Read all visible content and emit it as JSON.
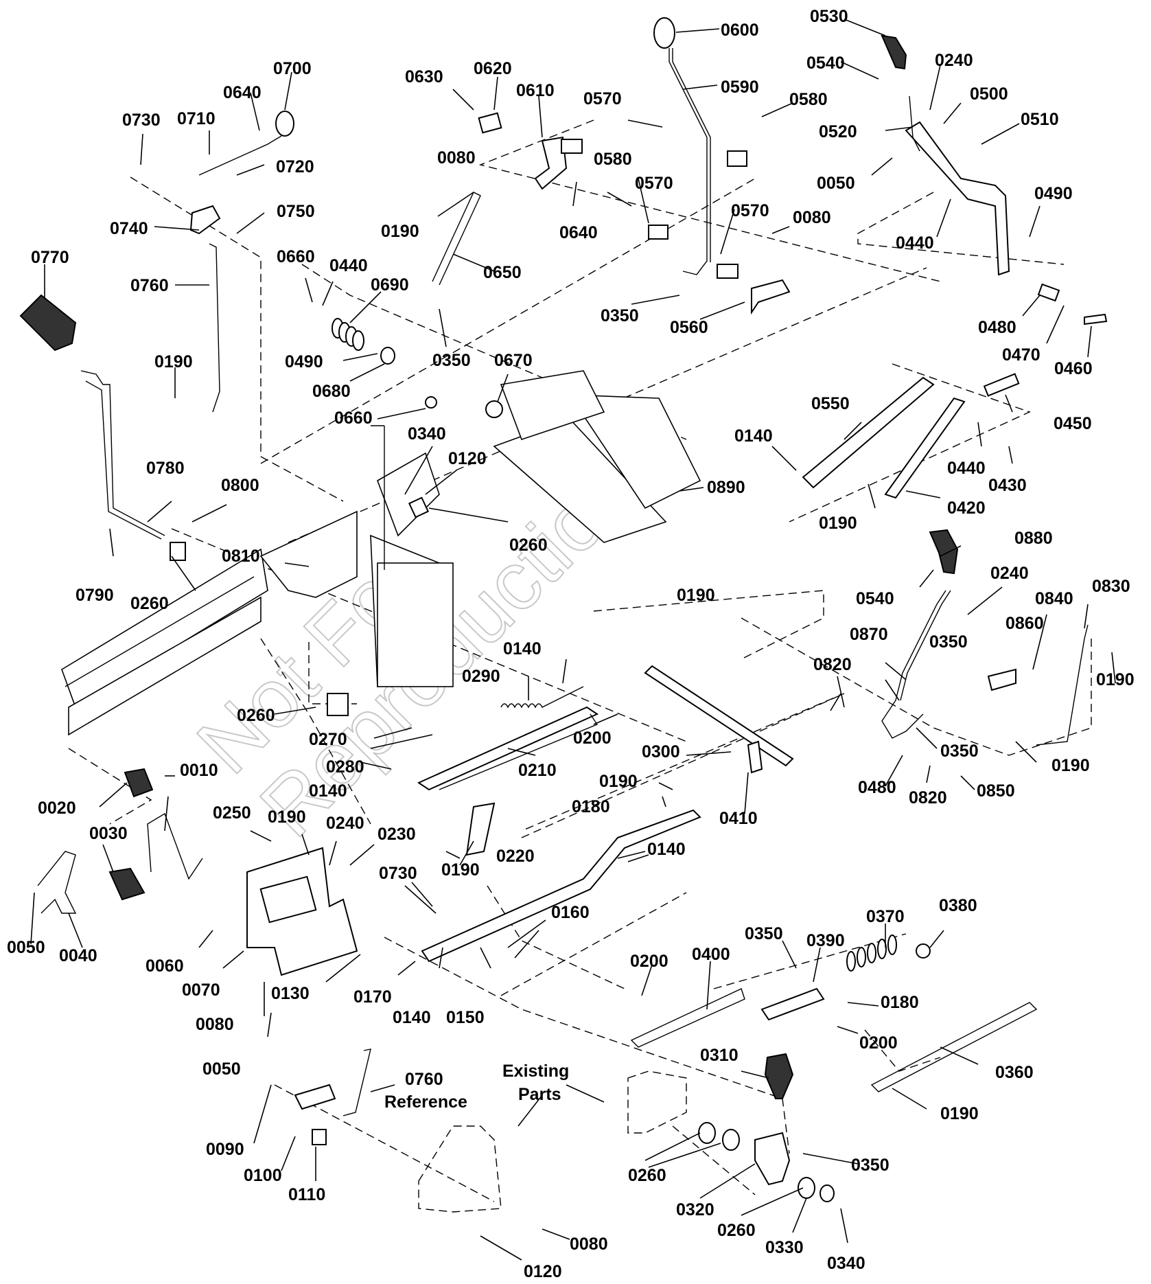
{
  "watermark": [
    "Not For",
    "Reproduction"
  ],
  "callouts": [
    {
      "id": "c0600",
      "text": "0600"
    },
    {
      "id": "c0530",
      "text": "0530"
    },
    {
      "id": "c0540a",
      "text": "0540"
    },
    {
      "id": "c0240a",
      "text": "0240"
    },
    {
      "id": "c0500",
      "text": "0500"
    },
    {
      "id": "c0510",
      "text": "0510"
    },
    {
      "id": "c0520",
      "text": "0520"
    },
    {
      "id": "c0050a",
      "text": "0050"
    },
    {
      "id": "c0490a",
      "text": "0490"
    },
    {
      "id": "c0440a",
      "text": "0440"
    },
    {
      "id": "c0480a",
      "text": "0480"
    },
    {
      "id": "c0470",
      "text": "0470"
    },
    {
      "id": "c0460",
      "text": "0460"
    },
    {
      "id": "c0590",
      "text": "0590"
    },
    {
      "id": "c0580a",
      "text": "0580"
    },
    {
      "id": "c0580b",
      "text": "0580"
    },
    {
      "id": "c0570a",
      "text": "0570"
    },
    {
      "id": "c0570b",
      "text": "0570"
    },
    {
      "id": "c0570c",
      "text": "0570"
    },
    {
      "id": "c0080a",
      "text": "0080"
    },
    {
      "id": "c0080b",
      "text": "0080"
    },
    {
      "id": "c0350a",
      "text": "0350"
    },
    {
      "id": "c0560",
      "text": "0560"
    },
    {
      "id": "c0620",
      "text": "0620"
    },
    {
      "id": "c0630",
      "text": "0630"
    },
    {
      "id": "c0610",
      "text": "0610"
    },
    {
      "id": "c0640a",
      "text": "0640"
    },
    {
      "id": "c0190a",
      "text": "0190"
    },
    {
      "id": "c0650",
      "text": "0650"
    },
    {
      "id": "c0350b",
      "text": "0350"
    },
    {
      "id": "c0700",
      "text": "0700"
    },
    {
      "id": "c0640b",
      "text": "0640"
    },
    {
      "id": "c0730a",
      "text": "0730"
    },
    {
      "id": "c0710",
      "text": "0710"
    },
    {
      "id": "c0720",
      "text": "0720"
    },
    {
      "id": "c0740",
      "text": "0740"
    },
    {
      "id": "c0750",
      "text": "0750"
    },
    {
      "id": "c0770",
      "text": "0770"
    },
    {
      "id": "c0760a",
      "text": "0760"
    },
    {
      "id": "c0190b",
      "text": "0190"
    },
    {
      "id": "c0660a",
      "text": "0660"
    },
    {
      "id": "c0440b",
      "text": "0440"
    },
    {
      "id": "c0690",
      "text": "0690"
    },
    {
      "id": "c0490b",
      "text": "0490"
    },
    {
      "id": "c0680",
      "text": "0680"
    },
    {
      "id": "c0670",
      "text": "0670"
    },
    {
      "id": "c0660b",
      "text": "0660"
    },
    {
      "id": "c0340a",
      "text": "0340"
    },
    {
      "id": "c0120a",
      "text": "0120"
    },
    {
      "id": "c0260a",
      "text": "0260"
    },
    {
      "id": "c0890",
      "text": "0890"
    },
    {
      "id": "c0550",
      "text": "0550"
    },
    {
      "id": "c0140a",
      "text": "0140"
    },
    {
      "id": "c0190c",
      "text": "0190"
    },
    {
      "id": "c0450",
      "text": "0450"
    },
    {
      "id": "c0440c",
      "text": "0440"
    },
    {
      "id": "c0430",
      "text": "0430"
    },
    {
      "id": "c0420",
      "text": "0420"
    },
    {
      "id": "c0780",
      "text": "0780"
    },
    {
      "id": "c0800",
      "text": "0800"
    },
    {
      "id": "c0790",
      "text": "0790"
    },
    {
      "id": "c0260b",
      "text": "0260"
    },
    {
      "id": "c0810",
      "text": "0810"
    },
    {
      "id": "c0880",
      "text": "0880"
    },
    {
      "id": "c0540b",
      "text": "0540"
    },
    {
      "id": "c0240b",
      "text": "0240"
    },
    {
      "id": "c0840",
      "text": "0840"
    },
    {
      "id": "c0830",
      "text": "0830"
    },
    {
      "id": "c0870",
      "text": "0870"
    },
    {
      "id": "c0860",
      "text": "0860"
    },
    {
      "id": "c0350c",
      "text": "0350"
    },
    {
      "id": "c0820a",
      "text": "0820"
    },
    {
      "id": "c0190d",
      "text": "0190"
    },
    {
      "id": "c0350d",
      "text": "0350"
    },
    {
      "id": "c0190e",
      "text": "0190"
    },
    {
      "id": "c0480b",
      "text": "0480"
    },
    {
      "id": "c0820b",
      "text": "0820"
    },
    {
      "id": "c0850",
      "text": "0850"
    },
    {
      "id": "c0190f",
      "text": "0190"
    },
    {
      "id": "c0140b",
      "text": "0140"
    },
    {
      "id": "c0290",
      "text": "0290"
    },
    {
      "id": "c0260c",
      "text": "0260"
    },
    {
      "id": "c0270",
      "text": "0270"
    },
    {
      "id": "c0280",
      "text": "0280"
    },
    {
      "id": "c0200a",
      "text": "0200"
    },
    {
      "id": "c0210",
      "text": "0210"
    },
    {
      "id": "c0300",
      "text": "0300"
    },
    {
      "id": "c0140c",
      "text": "0140"
    },
    {
      "id": "c0410",
      "text": "0410"
    },
    {
      "id": "c0190g",
      "text": "0190"
    },
    {
      "id": "c0180a",
      "text": "0180"
    },
    {
      "id": "c0010",
      "text": "0010"
    },
    {
      "id": "c0020",
      "text": "0020"
    },
    {
      "id": "c0030",
      "text": "0030"
    },
    {
      "id": "c0250",
      "text": "0250"
    },
    {
      "id": "c0190h",
      "text": "0190"
    },
    {
      "id": "c0240c",
      "text": "0240"
    },
    {
      "id": "c0230",
      "text": "0230"
    },
    {
      "id": "c0190i",
      "text": "0190"
    },
    {
      "id": "c0220",
      "text": "0220"
    },
    {
      "id": "c0140d",
      "text": "0140"
    },
    {
      "id": "c0730b",
      "text": "0730"
    },
    {
      "id": "c0160",
      "text": "0160"
    },
    {
      "id": "c0050b",
      "text": "0050"
    },
    {
      "id": "c0040",
      "text": "0040"
    },
    {
      "id": "c0060",
      "text": "0060"
    },
    {
      "id": "c0070",
      "text": "0070"
    },
    {
      "id": "c0080c",
      "text": "0080"
    },
    {
      "id": "c0130",
      "text": "0130"
    },
    {
      "id": "c0170",
      "text": "0170"
    },
    {
      "id": "c0140e",
      "text": "0140"
    },
    {
      "id": "c0150",
      "text": "0150"
    },
    {
      "id": "c0050c",
      "text": "0050"
    },
    {
      "id": "c0350e",
      "text": "0350"
    },
    {
      "id": "c0390",
      "text": "0390"
    },
    {
      "id": "c0370",
      "text": "0370"
    },
    {
      "id": "c0380",
      "text": "0380"
    },
    {
      "id": "c0200b",
      "text": "0200"
    },
    {
      "id": "c0400",
      "text": "0400"
    },
    {
      "id": "c0180b",
      "text": "0180"
    },
    {
      "id": "c0200c",
      "text": "0200"
    },
    {
      "id": "c0360",
      "text": "0360"
    },
    {
      "id": "c0190j",
      "text": "0190"
    },
    {
      "id": "c0310",
      "text": "0310"
    },
    {
      "id": "c0760b",
      "text": "0760"
    },
    {
      "id": "c0090",
      "text": "0090"
    },
    {
      "id": "c0100",
      "text": "0100"
    },
    {
      "id": "c0110",
      "text": "0110"
    },
    {
      "id": "c0260d",
      "text": "0260"
    },
    {
      "id": "c0350f",
      "text": "0350"
    },
    {
      "id": "c0320",
      "text": "0320"
    },
    {
      "id": "c0260e",
      "text": "0260"
    },
    {
      "id": "c0330",
      "text": "0330"
    },
    {
      "id": "c0340b",
      "text": "0340"
    },
    {
      "id": "c0080d",
      "text": "0080"
    },
    {
      "id": "c0120b",
      "text": "0120"
    }
  ],
  "notes": {
    "reference": "Reference",
    "existing": "Existing",
    "parts": "Parts"
  }
}
